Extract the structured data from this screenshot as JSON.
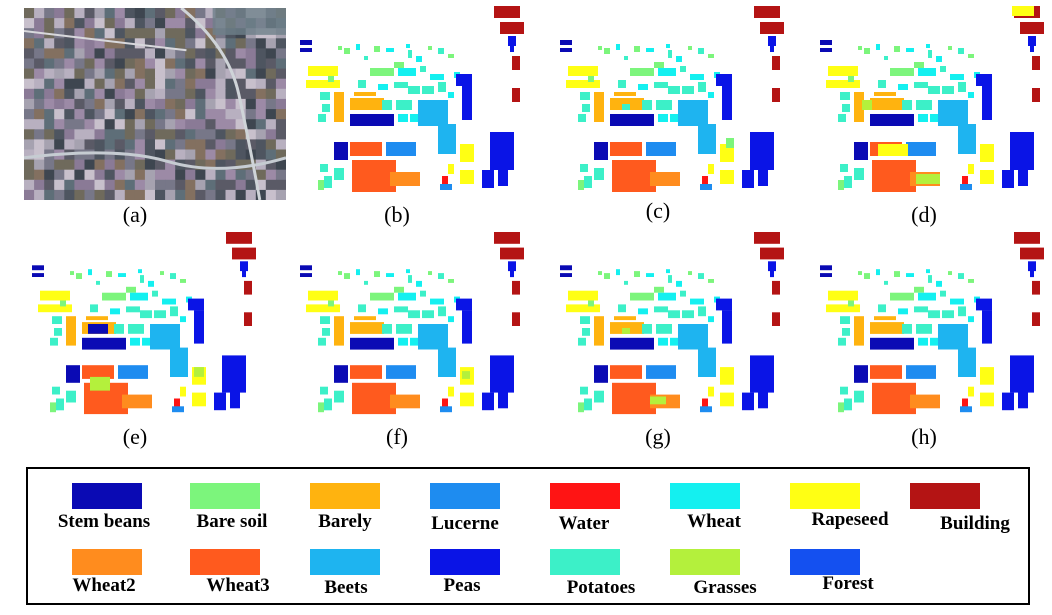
{
  "panels": [
    {
      "id": "a",
      "label": "(a)",
      "kind": "photo"
    },
    {
      "id": "b",
      "label": "(b)",
      "kind": "map"
    },
    {
      "id": "c",
      "label": "(c)",
      "kind": "map"
    },
    {
      "id": "d",
      "label": "(d)",
      "kind": "map"
    },
    {
      "id": "e",
      "label": "(e)",
      "kind": "map"
    },
    {
      "id": "f",
      "label": "(f)",
      "kind": "map"
    },
    {
      "id": "g",
      "label": "(g)",
      "kind": "map"
    },
    {
      "id": "h",
      "label": "(h)",
      "kind": "map"
    }
  ],
  "legend": [
    {
      "name": "Stem beans",
      "color": "#0a0ab4"
    },
    {
      "name": "Bare soil",
      "color": "#7cf57c"
    },
    {
      "name": "Barely",
      "color": "#ffb30f"
    },
    {
      "name": "Lucerne",
      "color": "#1e8cf0"
    },
    {
      "name": "Water",
      "color": "#ff1414"
    },
    {
      "name": "Wheat",
      "color": "#14f0f0"
    },
    {
      "name": "Rapeseed",
      "color": "#ffff14"
    },
    {
      "name": "Building",
      "color": "#b41414"
    },
    {
      "name": "Wheat2",
      "color": "#ff8c1e"
    },
    {
      "name": "Wheat3",
      "color": "#ff5a1e"
    },
    {
      "name": "Beets",
      "color": "#1eb4f0"
    },
    {
      "name": "Peas",
      "color": "#0a14e6"
    },
    {
      "name": "Potatoes",
      "color": "#3cf0c8"
    },
    {
      "name": "Grasses",
      "color": "#b4f03c"
    },
    {
      "name": "Forest",
      "color": "#1450f0"
    }
  ]
}
